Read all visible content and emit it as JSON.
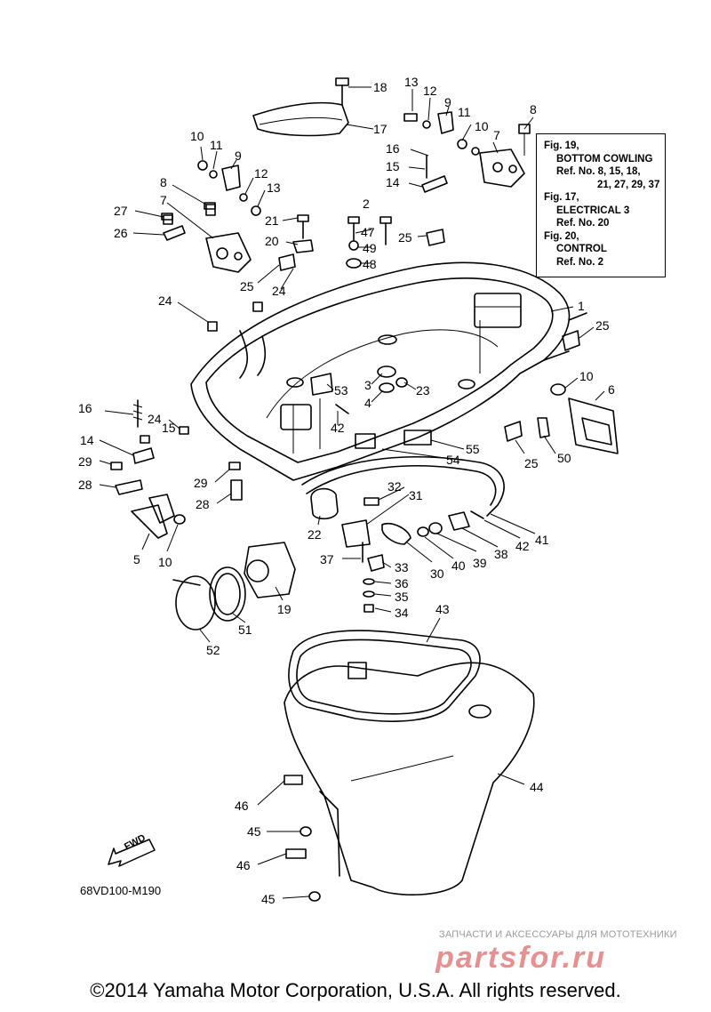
{
  "reference_box": {
    "lines": [
      "Fig. 19,",
      "BOTTOM COWLING",
      "Ref. No. 8, 15, 18,",
      "21, 27, 29, 37",
      "Fig. 17,",
      "ELECTRICAL 3",
      "Ref. No. 20",
      "Fig. 20,",
      "CONTROL",
      "Ref. No. 2"
    ]
  },
  "fwd_label": "FWD",
  "diagram_code": "68VD100-M190",
  "watermark": {
    "caption": "ЗАПЧАСТИ И АКСЕССУАРЫ ДЛЯ МОТОТЕХНИКИ",
    "logo": "partsfor.ru"
  },
  "copyright": "©2014 Yamaha Motor Corporation, U.S.A. All rights reserved.",
  "callouts": [
    {
      "id": "c18",
      "text": "18"
    },
    {
      "id": "c13a",
      "text": "13"
    },
    {
      "id": "c12a",
      "text": "12"
    },
    {
      "id": "c9a",
      "text": "9"
    },
    {
      "id": "c11a",
      "text": "11"
    },
    {
      "id": "c10a",
      "text": "10"
    },
    {
      "id": "c7a",
      "text": "7"
    },
    {
      "id": "c8a",
      "text": "8"
    },
    {
      "id": "c17",
      "text": "17"
    },
    {
      "id": "c16a",
      "text": "16"
    },
    {
      "id": "c15a",
      "text": "15"
    },
    {
      "id": "c14a",
      "text": "14"
    },
    {
      "id": "c10b",
      "text": "10"
    },
    {
      "id": "c11b",
      "text": "11"
    },
    {
      "id": "c9b",
      "text": "9"
    },
    {
      "id": "c12b",
      "text": "12"
    },
    {
      "id": "c13b",
      "text": "13"
    },
    {
      "id": "c8b",
      "text": "8"
    },
    {
      "id": "c7b",
      "text": "7"
    },
    {
      "id": "c27",
      "text": "27"
    },
    {
      "id": "c26",
      "text": "26"
    },
    {
      "id": "c21",
      "text": "21"
    },
    {
      "id": "c2",
      "text": "2"
    },
    {
      "id": "c47",
      "text": "47"
    },
    {
      "id": "c20",
      "text": "20"
    },
    {
      "id": "c49",
      "text": "49"
    },
    {
      "id": "c48",
      "text": "48"
    },
    {
      "id": "c25a",
      "text": "25"
    },
    {
      "id": "c25b",
      "text": "25"
    },
    {
      "id": "c24a",
      "text": "24"
    },
    {
      "id": "c24b",
      "text": "24"
    },
    {
      "id": "c1",
      "text": "1"
    },
    {
      "id": "c25c",
      "text": "25"
    },
    {
      "id": "c10c",
      "text": "10"
    },
    {
      "id": "c6",
      "text": "6"
    },
    {
      "id": "c53",
      "text": "53"
    },
    {
      "id": "c3",
      "text": "3"
    },
    {
      "id": "c23",
      "text": "23"
    },
    {
      "id": "c4",
      "text": "4"
    },
    {
      "id": "c42a",
      "text": "42"
    },
    {
      "id": "c16b",
      "text": "16"
    },
    {
      "id": "c24c",
      "text": "24"
    },
    {
      "id": "c15b",
      "text": "15"
    },
    {
      "id": "c14b",
      "text": "14"
    },
    {
      "id": "c29a",
      "text": "29"
    },
    {
      "id": "c28a",
      "text": "28"
    },
    {
      "id": "c29b",
      "text": "29"
    },
    {
      "id": "c28b",
      "text": "28"
    },
    {
      "id": "c55",
      "text": "55"
    },
    {
      "id": "c54",
      "text": "54"
    },
    {
      "id": "c25d",
      "text": "25"
    },
    {
      "id": "c50",
      "text": "50"
    },
    {
      "id": "c32",
      "text": "32"
    },
    {
      "id": "c31",
      "text": "31"
    },
    {
      "id": "c22",
      "text": "22"
    },
    {
      "id": "c5",
      "text": "5"
    },
    {
      "id": "c10d",
      "text": "10"
    },
    {
      "id": "c37",
      "text": "37"
    },
    {
      "id": "c33",
      "text": "33"
    },
    {
      "id": "c36",
      "text": "36"
    },
    {
      "id": "c35",
      "text": "35"
    },
    {
      "id": "c34",
      "text": "34"
    },
    {
      "id": "c30",
      "text": "30"
    },
    {
      "id": "c40",
      "text": "40"
    },
    {
      "id": "c39",
      "text": "39"
    },
    {
      "id": "c38",
      "text": "38"
    },
    {
      "id": "c42b",
      "text": "42"
    },
    {
      "id": "c41",
      "text": "41"
    },
    {
      "id": "c19",
      "text": "19"
    },
    {
      "id": "c51",
      "text": "51"
    },
    {
      "id": "c52",
      "text": "52"
    },
    {
      "id": "c43",
      "text": "43"
    },
    {
      "id": "c44",
      "text": "44"
    },
    {
      "id": "c46a",
      "text": "46"
    },
    {
      "id": "c45a",
      "text": "45"
    },
    {
      "id": "c46b",
      "text": "46"
    },
    {
      "id": "c45b",
      "text": "45"
    }
  ]
}
